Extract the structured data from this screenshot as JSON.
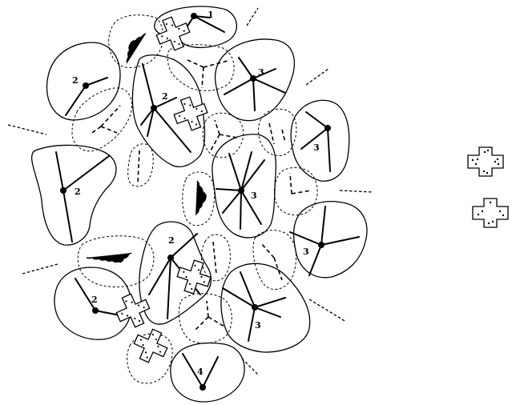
{
  "diagram": {
    "clusters": [
      {
        "id": "top",
        "label": "1"
      },
      {
        "id": "upper-left",
        "label": "2"
      },
      {
        "id": "center-left",
        "label": "2"
      },
      {
        "id": "left",
        "label": "2"
      },
      {
        "id": "lower-center",
        "label": "2"
      },
      {
        "id": "lower-left",
        "label": "2"
      },
      {
        "id": "upper-right",
        "label": "3"
      },
      {
        "id": "center",
        "label": "3"
      },
      {
        "id": "right-upper",
        "label": "3"
      },
      {
        "id": "right-lower",
        "label": "3"
      },
      {
        "id": "lower-right",
        "label": "3"
      },
      {
        "id": "bottom",
        "label": "4"
      }
    ]
  }
}
